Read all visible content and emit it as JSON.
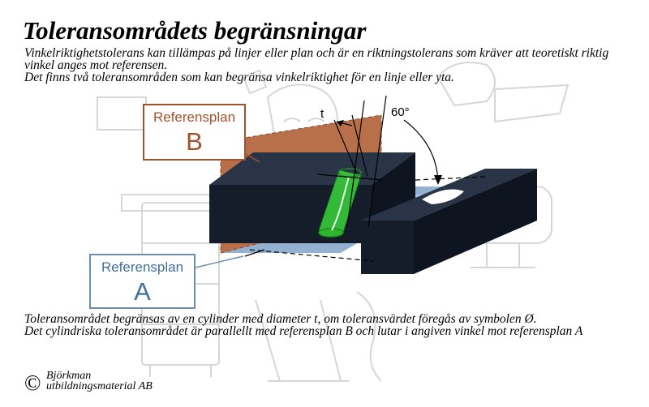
{
  "title": "Toleransområdets begränsningar",
  "intro": [
    "Vinkelriktighetstolerans kan tillämpas på linjer eller plan och är en riktningstolerans som kräver att teoretiskt riktig vinkel anges mot referensen.",
    "Det finns två toleransområden som kan begränsa vinkelriktighet för en linje eller yta."
  ],
  "callouts": {
    "b": {
      "label": "Referensplan",
      "letter": "B"
    },
    "a": {
      "label": "Referensplan",
      "letter": "A"
    }
  },
  "diagram_labels": {
    "tolerance": "t",
    "angle": "60°"
  },
  "bottom": [
    "Toleransområdet begränsas av en cylinder med diameter t, om toleransvärdet föregås av symbolen Ø.",
    "Det cylindriska toleransområdet är parallellt med referensplan B och lutar i angiven vinkel mot referensplan A"
  ],
  "copyright": {
    "symbol": "©",
    "line1": "Björkman",
    "line2": "utbildningsmaterial AB"
  },
  "colors": {
    "plane_b": "#b8704a",
    "plane_a": "#7f9fc4",
    "block": "#1c2433",
    "cylinder": "#3ad43a",
    "background_cartoon": "#d0d0d0"
  }
}
